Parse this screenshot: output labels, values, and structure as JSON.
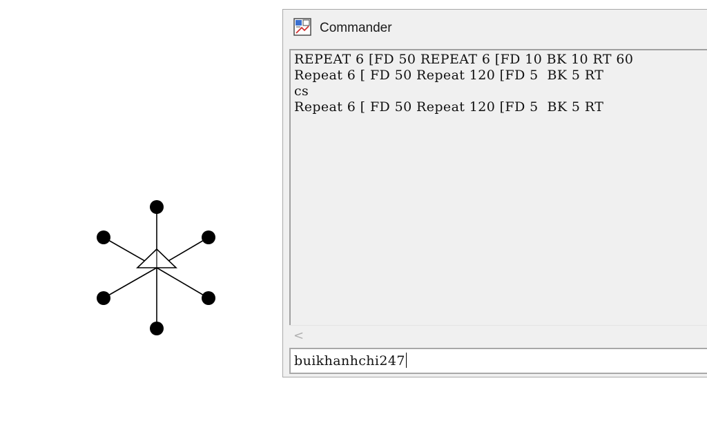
{
  "window": {
    "title": "Commander",
    "icon": "logo-app-icon"
  },
  "history": {
    "lines": [
      "REPEAT 6 [FD 50 REPEAT 6 [FD 10 BK 10 RT 60",
      "Repeat 6 [ FD 50 Repeat 120 [FD 5  BK 5 RT",
      "cs",
      "Repeat 6 [ FD 50 Repeat 120 [FD 5  BK 5 RT"
    ]
  },
  "scrollbar": {
    "left_arrow": "<"
  },
  "input": {
    "value": "buikhanhchi247"
  },
  "drawing": {
    "description_icons": [
      "turtle-triangle-icon"
    ],
    "arms": 6
  }
}
